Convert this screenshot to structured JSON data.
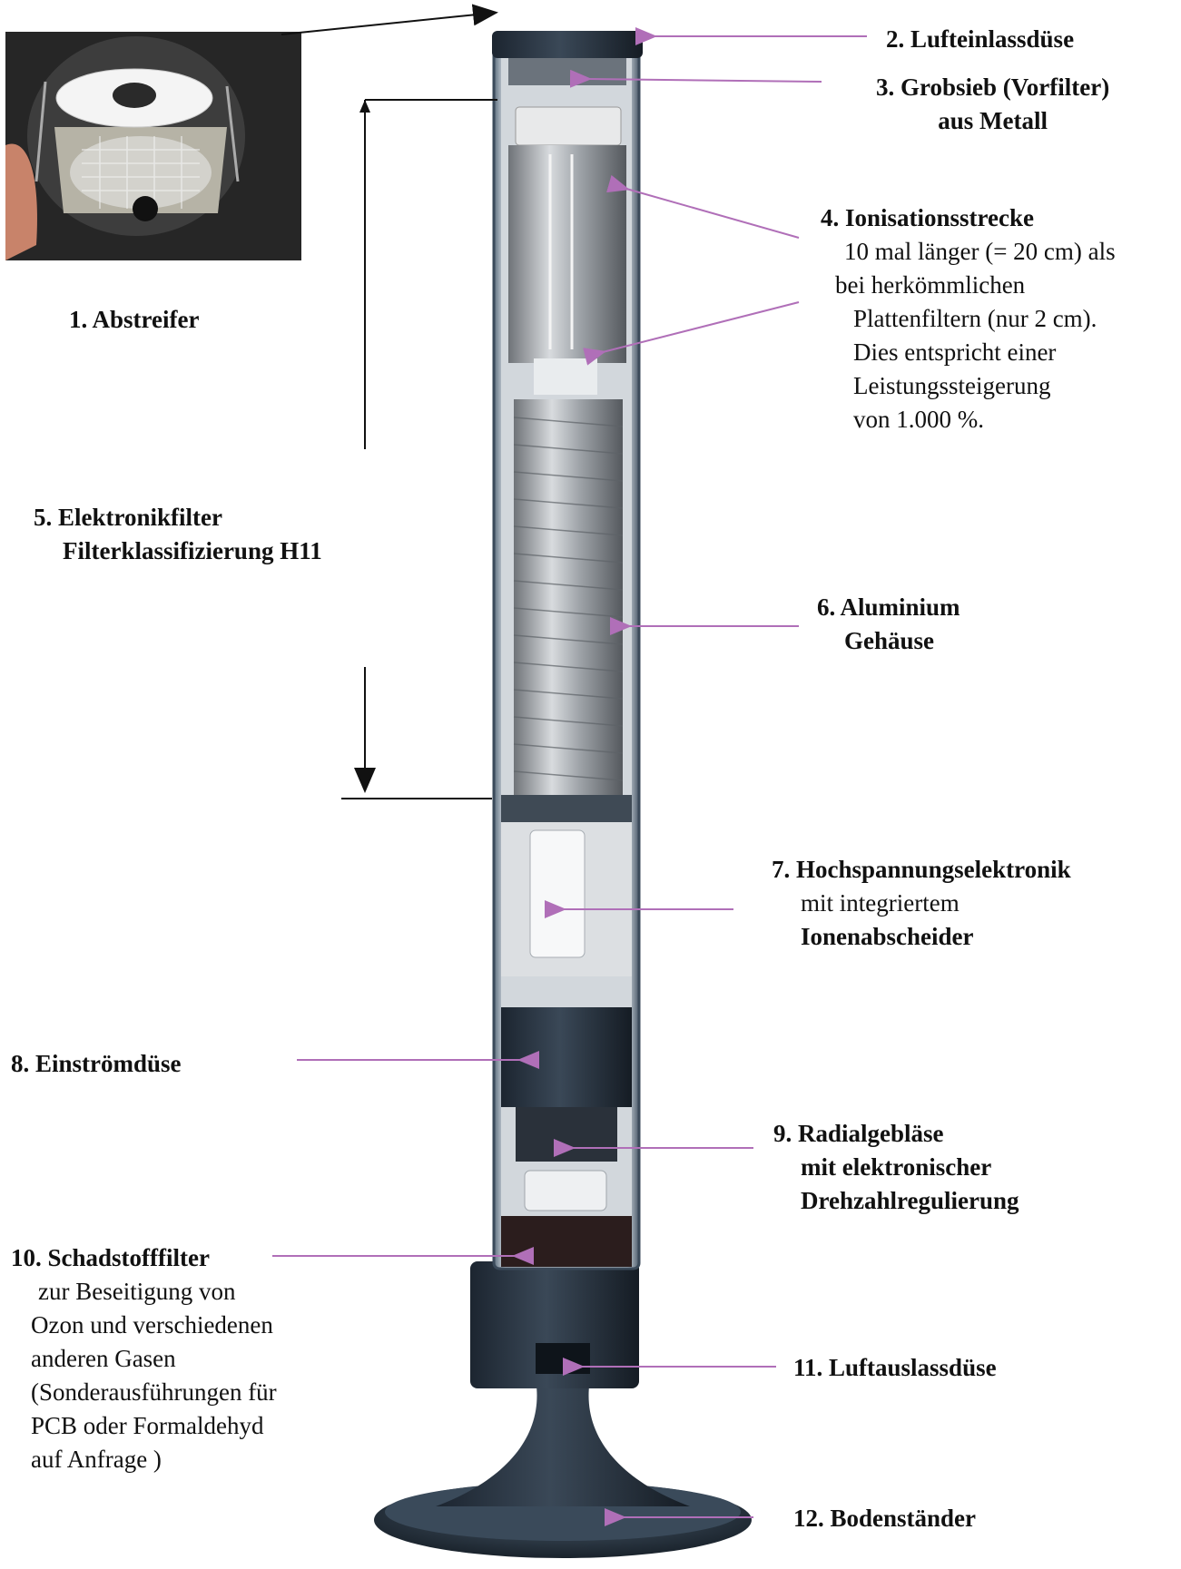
{
  "labels": {
    "l1": {
      "title": "1. Abstreifer"
    },
    "l2": {
      "title": "2. Lufteinlassdüse"
    },
    "l3": {
      "line1": "3. Grobsieb (Vorfilter)",
      "line2": "aus Metall"
    },
    "l4": {
      "title": "4. Ionisationsstrecke",
      "lines": [
        "10 mal länger (= 20 cm) als",
        "bei  herkömmlichen",
        "Plattenfiltern (nur 2 cm).",
        "Dies entspricht einer",
        "Leistungssteigerung",
        "von 1.000 %."
      ]
    },
    "l5": {
      "line1": "5. Elektronikfilter",
      "line2": "Filterklassifizierung H11"
    },
    "l6": {
      "line1": "6. Aluminium",
      "line2": "Gehäuse"
    },
    "l7": {
      "title": "7. Hochspannungselektronik",
      "line2": "mit integriertem",
      "line3": "Ionenabscheider"
    },
    "l8": {
      "title": "8. Einströmdüse"
    },
    "l9": {
      "line1": "9. Radialgebläse",
      "line2": "mit elektronischer",
      "line3": "Drehzahlregulierung"
    },
    "l10": {
      "title": "10. Schadstofffilter",
      "lines": [
        "zur Beseitigung von",
        "Ozon und verschiedenen",
        "anderen Gasen",
        "(Sonderausführungen für",
        "PCB oder Formaldehyd",
        "auf Anfrage )"
      ]
    },
    "l11": {
      "title": "11. Luftauslassdüse"
    },
    "l12": {
      "title": "12. Bodenständer"
    }
  },
  "colors": {
    "leader": "#b06fb8",
    "dimension": "#111111",
    "tube_edge": "#3b4a5a",
    "tube_inner": "#c9ced4",
    "coil": "#8c9096",
    "base": "#2d3a47"
  },
  "icons": [
    "photo-inset",
    "arrow-head"
  ]
}
